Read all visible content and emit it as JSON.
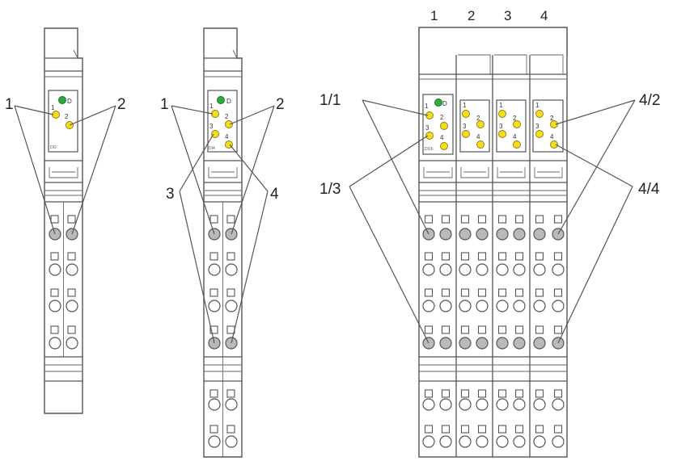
{
  "module_1": {
    "callouts": [
      "1",
      "2"
    ],
    "led_labels": [
      "1",
      "D",
      "2"
    ],
    "panel_marking": "DI2"
  },
  "module_2": {
    "callouts": [
      "1",
      "2",
      "3",
      "4"
    ],
    "led_labels": [
      "1",
      "D",
      "2",
      "3",
      "4"
    ],
    "panel_marking": "DI4"
  },
  "module_3": {
    "column_headers": [
      "1",
      "2",
      "3",
      "4"
    ],
    "callouts": [
      "1/1",
      "4/2",
      "1/3",
      "4/4"
    ],
    "led_labels": [
      "1",
      "D",
      "2",
      "3",
      "4"
    ],
    "panel_marking": "DI16"
  },
  "colors": {
    "led_yellow": "#f5dc1e",
    "led_green": "#2eaa3c",
    "terminal_gray": "#b9b9b9",
    "line": "#555555"
  }
}
